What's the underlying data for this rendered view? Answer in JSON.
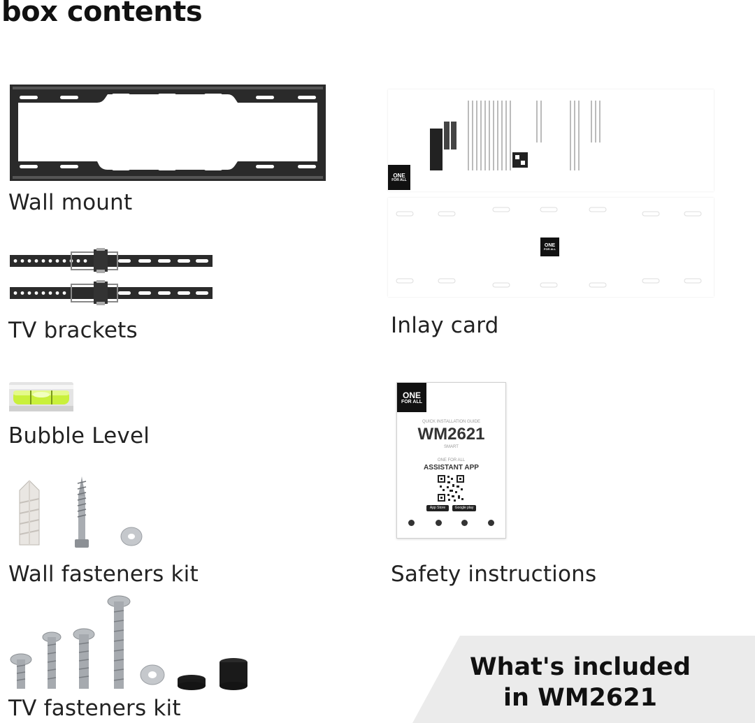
{
  "page": {
    "title": "box contents"
  },
  "items": {
    "wall_mount": "Wall mount",
    "tv_brackets": "TV brackets",
    "bubble_level": "Bubble Level",
    "wall_fasteners": "Wall fasteners kit",
    "tv_fasteners": "TV fasteners kit",
    "inlay_card": "Inlay card",
    "safety": "Safety instructions"
  },
  "guide": {
    "logo_top": "ONE",
    "logo_bottom": "FOR ALL",
    "subtitle": "QUICK INSTALLATION GUIDE",
    "model": "WM2621",
    "variant": "SMART",
    "app_brand": "ONE FOR ALL",
    "app_name": "ASSISTANT APP",
    "store1": "App Store",
    "store2": "Google play"
  },
  "inlay": {
    "logo_top": "ONE",
    "logo_bottom": "FOR ALL"
  },
  "banner": {
    "line1": "What's included",
    "line2": "in WM2621"
  },
  "colors": {
    "metal_dark": "#2b2b2b",
    "banner_bg": "#eaeaea",
    "level_green": "#c8f03a"
  }
}
